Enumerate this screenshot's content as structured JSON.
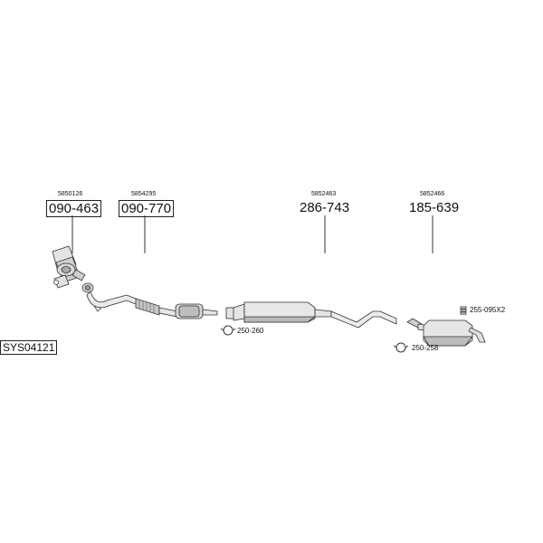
{
  "parts": [
    {
      "oe_number": "5850126",
      "part_number": "090-463",
      "boxed": true
    },
    {
      "oe_number": "5854295",
      "part_number": "090-770",
      "boxed": true
    },
    {
      "oe_number": "5852463",
      "part_number": "286-743",
      "boxed": false
    },
    {
      "oe_number": "5852466",
      "part_number": "185-639",
      "boxed": false
    }
  ],
  "fittings": {
    "clamp_front": "250-260",
    "clamp_rear": "250-258",
    "hanger_rear": "255-095X2"
  },
  "system_code": "SYS04121",
  "colors": {
    "line": "#333333",
    "fill": "#e8e8e8",
    "shade": "#b5b5b5",
    "text": "#111111"
  }
}
